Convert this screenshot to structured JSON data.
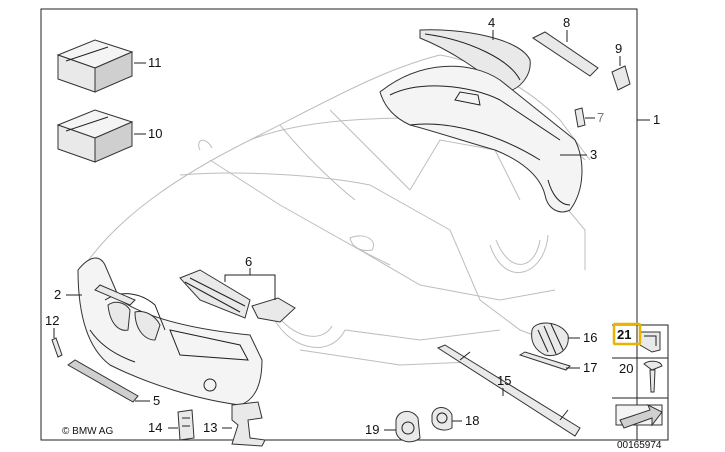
{
  "copyright": "© BMW AG",
  "reference_number": "00165974",
  "callouts": {
    "c1": "1",
    "c2": "2",
    "c3": "3",
    "c4": "4",
    "c5": "5",
    "c6": "6",
    "c7": "7",
    "c8": "8",
    "c9": "9",
    "c10": "10",
    "c11": "11",
    "c12": "12",
    "c13": "13",
    "c14": "14",
    "c15": "15",
    "c16": "16",
    "c17": "17",
    "c18": "18",
    "c19": "19",
    "c20": "20",
    "c21": "21"
  },
  "highlight_color": "#e8b400"
}
